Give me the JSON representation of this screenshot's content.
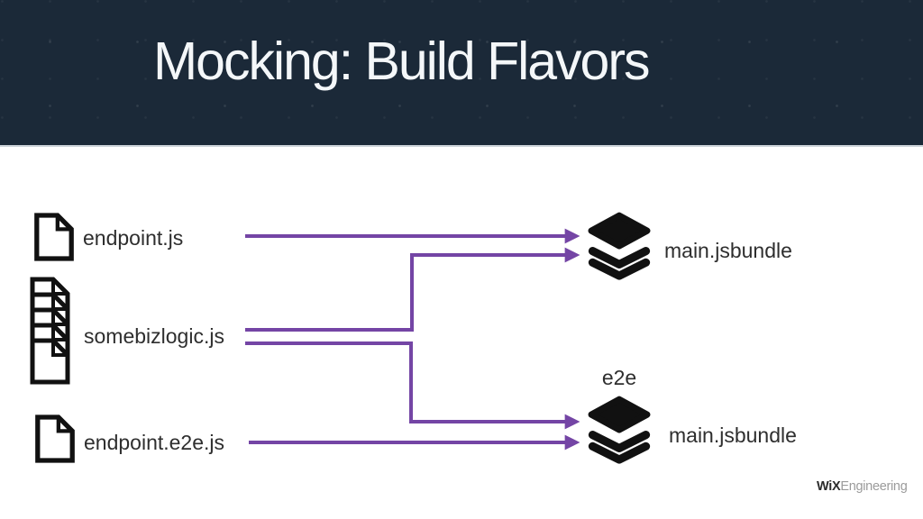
{
  "slide": {
    "title": "Mocking: Build Flavors"
  },
  "colors": {
    "header_bg": "#1b2938",
    "arrow": "#7445a5",
    "icon": "#111111",
    "label_text": "#2e2e2e"
  },
  "diagram": {
    "sources": [
      {
        "label": "endpoint.js",
        "icon": "file-icon"
      },
      {
        "label": "somebizlogic.js",
        "icon": "file-stack-icon"
      },
      {
        "label": "endpoint.e2e.js",
        "icon": "file-icon"
      }
    ],
    "targets": [
      {
        "label": "main.jsbundle",
        "badge": "",
        "icon": "layers-icon"
      },
      {
        "label": "main.jsbundle",
        "badge": "e2e",
        "icon": "layers-icon"
      }
    ],
    "edges": [
      {
        "from": "endpoint.js",
        "to": "main.jsbundle",
        "style": "straight"
      },
      {
        "from": "somebizlogic.js",
        "to": "main.jsbundle",
        "style": "elbow-up"
      },
      {
        "from": "somebizlogic.js",
        "to": "main.jsbundle (e2e)",
        "style": "elbow-down"
      },
      {
        "from": "endpoint.e2e.js",
        "to": "main.jsbundle (e2e)",
        "style": "straight"
      }
    ]
  },
  "footer": {
    "brand_bold": "WiX",
    "brand_light": "Engineering"
  }
}
